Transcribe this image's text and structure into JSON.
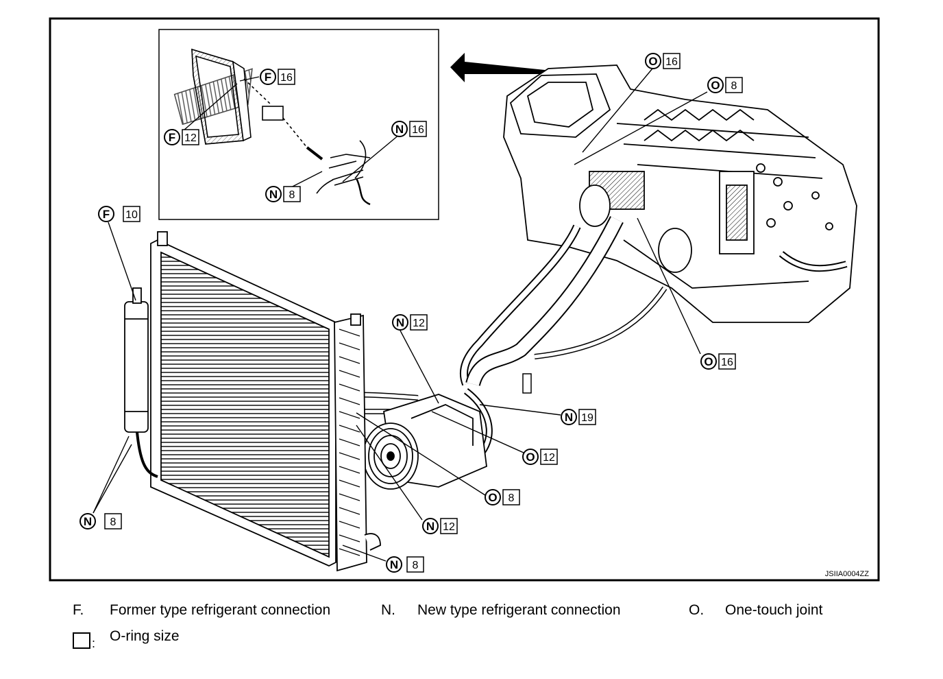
{
  "figure_code": "JSIIA0004ZZ",
  "callouts": [
    {
      "id": "inset-f16",
      "type": "F",
      "size": "16"
    },
    {
      "id": "inset-f12",
      "type": "F",
      "size": "12"
    },
    {
      "id": "inset-n16",
      "type": "N",
      "size": "16"
    },
    {
      "id": "inset-n8",
      "type": "N",
      "size": "8"
    },
    {
      "id": "o16-top",
      "type": "O",
      "size": "16"
    },
    {
      "id": "o8-top",
      "type": "O",
      "size": "8"
    },
    {
      "id": "f10",
      "type": "F",
      "size": "10"
    },
    {
      "id": "n12-upper",
      "type": "N",
      "size": "12"
    },
    {
      "id": "o16-right",
      "type": "O",
      "size": "16"
    },
    {
      "id": "n19",
      "type": "N",
      "size": "19"
    },
    {
      "id": "o12",
      "type": "O",
      "size": "12"
    },
    {
      "id": "o8-lower",
      "type": "O",
      "size": "8"
    },
    {
      "id": "n8-left",
      "type": "N",
      "size": "8"
    },
    {
      "id": "n12-lower",
      "type": "N",
      "size": "12"
    },
    {
      "id": "n8-bottom",
      "type": "N",
      "size": "8"
    }
  ],
  "legend": {
    "f_key": "F.",
    "f_text": "Former type refrigerant connection",
    "n_key": "N.",
    "n_text": "New type refrigerant connection",
    "o_key": "O.",
    "o_text": "One-touch joint",
    "box_text": "O-ring size",
    "box_colon": ":"
  }
}
